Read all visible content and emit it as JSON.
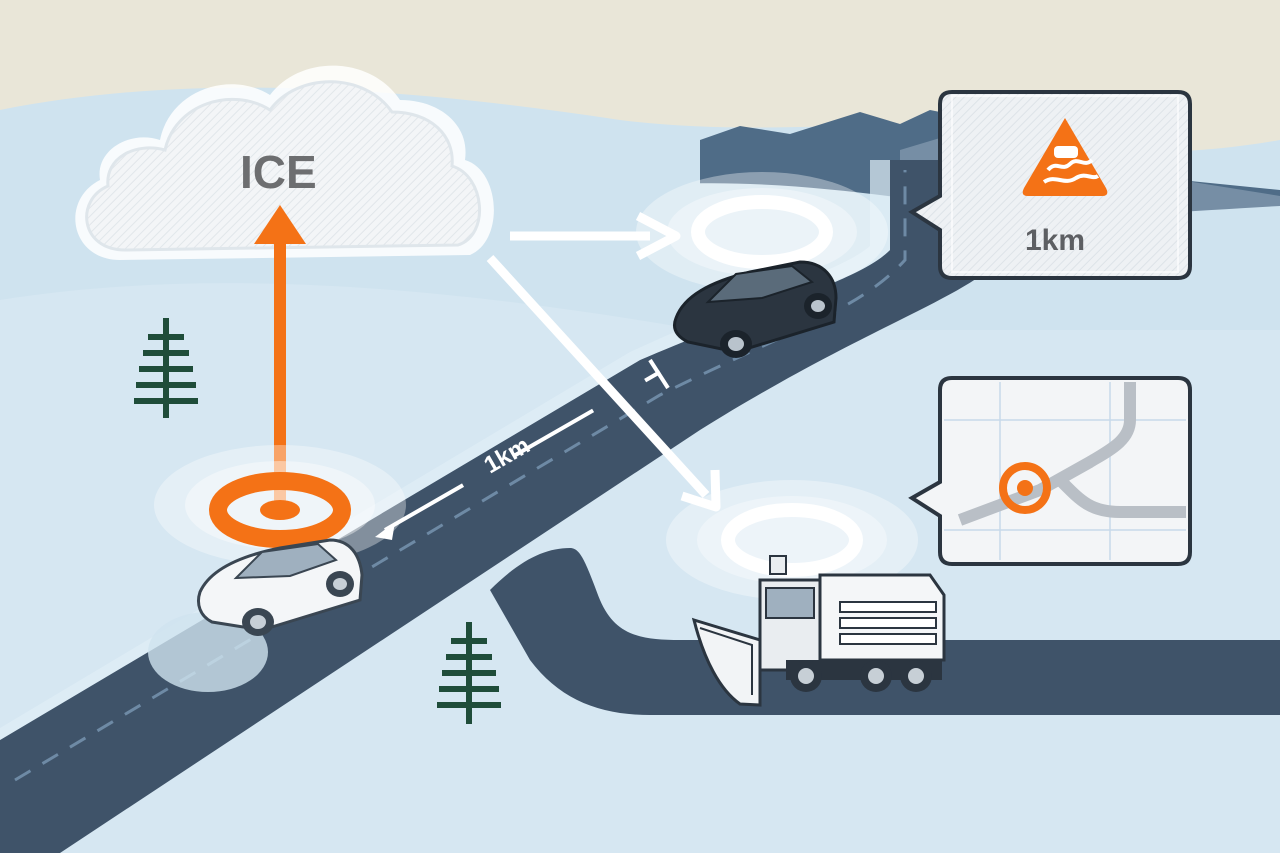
{
  "cloud": {
    "label": "ICE"
  },
  "road": {
    "distance_label": "1km"
  },
  "warning_callout": {
    "icon": "slippery-road-warning-icon",
    "distance": "1km"
  },
  "map_callout": {
    "icon": "location-pin-icon"
  },
  "colors": {
    "accent": "#f47216",
    "road": "#3f5369",
    "snow": "#cfe3ef",
    "sky": "#e9e6d8",
    "tree": "#1f4d3a"
  }
}
